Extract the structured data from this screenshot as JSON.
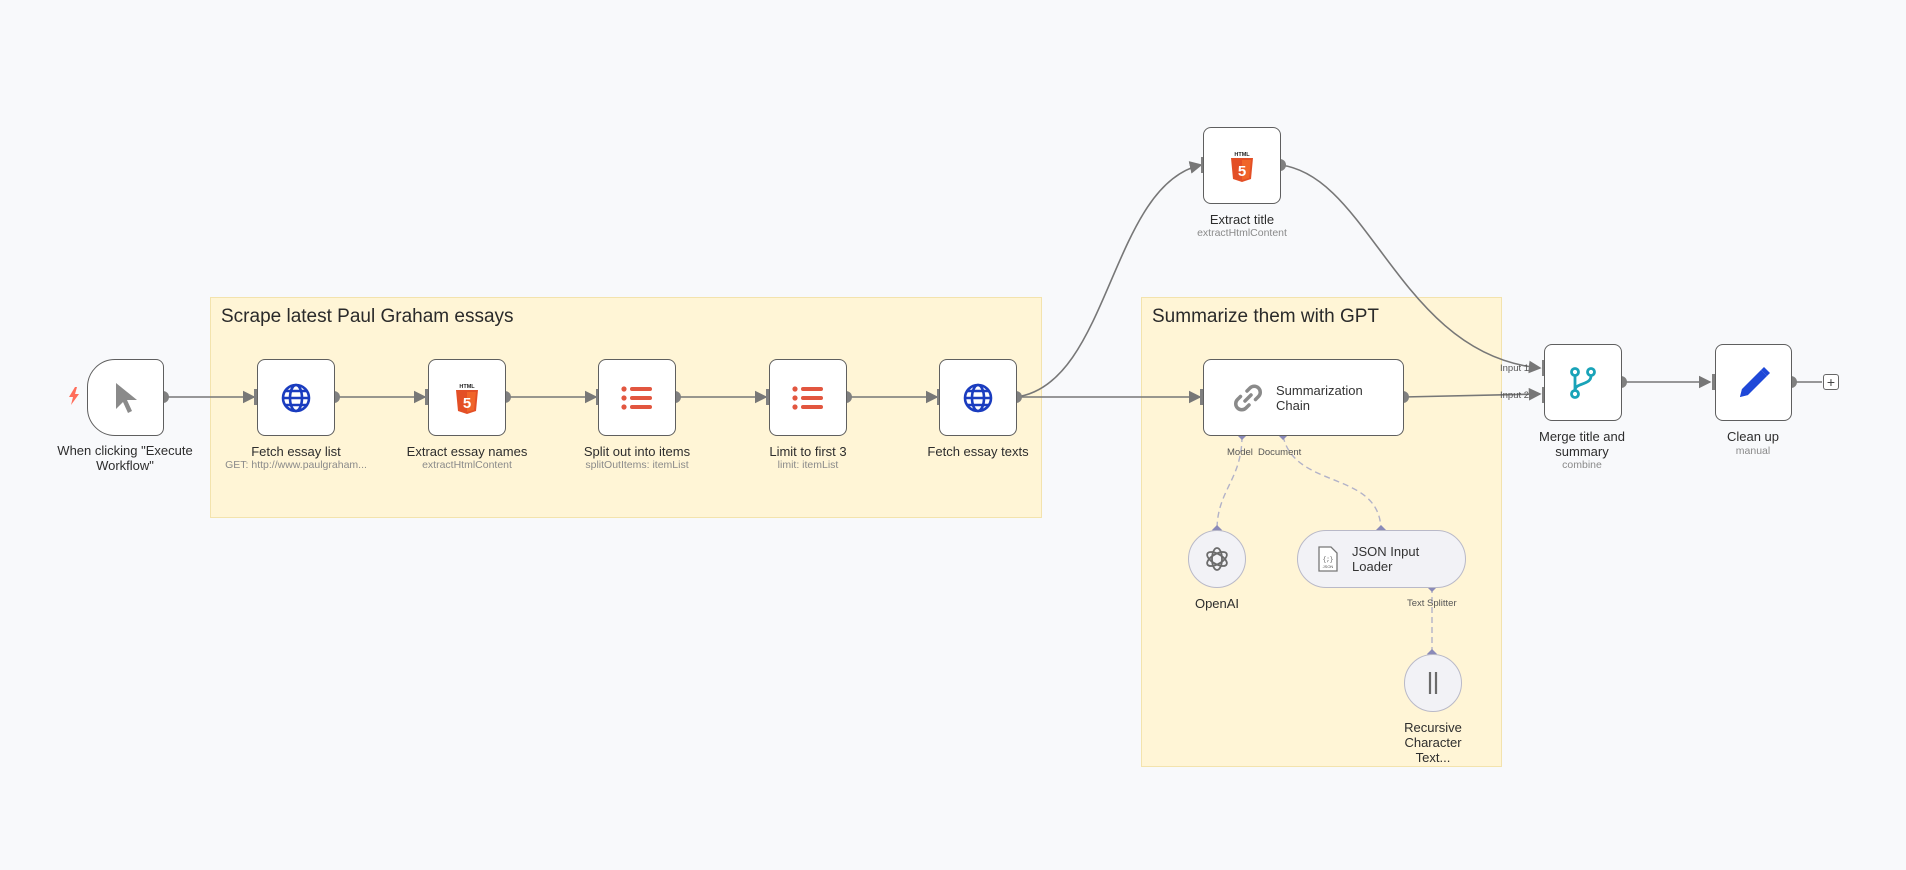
{
  "sticky_notes": [
    {
      "title": "Scrape latest Paul Graham essays"
    },
    {
      "title": "Summarize them with GPT"
    }
  ],
  "nodes": {
    "trigger": {
      "label": "When clicking \"Execute Workflow\"",
      "icon": "cursor-icon"
    },
    "fetch_list": {
      "label": "Fetch essay list",
      "sub": "GET: http://www.paulgraham...",
      "icon": "globe-icon"
    },
    "extract_names": {
      "label": "Extract essay names",
      "sub": "extractHtmlContent",
      "icon": "html5-icon"
    },
    "split_out": {
      "label": "Split out into items",
      "sub": "splitOutItems: itemList",
      "icon": "list-icon"
    },
    "limit": {
      "label": "Limit to first 3",
      "sub": "limit: itemList",
      "icon": "list-icon"
    },
    "fetch_texts": {
      "label": "Fetch essay texts",
      "icon": "globe-icon"
    },
    "extract_title": {
      "label": "Extract title",
      "sub": "extractHtmlContent",
      "icon": "html5-icon"
    },
    "summarization": {
      "label": "Summarization Chain",
      "icon": "link-icon"
    },
    "openai": {
      "label": "OpenAI",
      "icon": "openai-icon"
    },
    "json_loader": {
      "label": "JSON Input Loader",
      "icon": "json-file-icon"
    },
    "recursive": {
      "label": "Recursive Character Text...",
      "icon": "text-splitter-icon"
    },
    "merge": {
      "label": "Merge title and summary",
      "sub": "combine",
      "icon": "merge-icon"
    },
    "cleanup": {
      "label": "Clean up",
      "sub": "manual",
      "icon": "pencil-icon"
    }
  },
  "ports": {
    "model": "Model",
    "document": "Document",
    "text_splitter": "Text Splitter",
    "input1": "Input 1",
    "input2": "Input 2"
  },
  "colors": {
    "canvas": "#f8f9fb",
    "sticky": "#fff5d6",
    "html5": "#e34f26",
    "list": "#e2563f",
    "globe": "#1a3cbf",
    "merge": "#19a3b8",
    "pencil": "#1f48d8",
    "trigger_bolt": "#ff6d5a"
  }
}
